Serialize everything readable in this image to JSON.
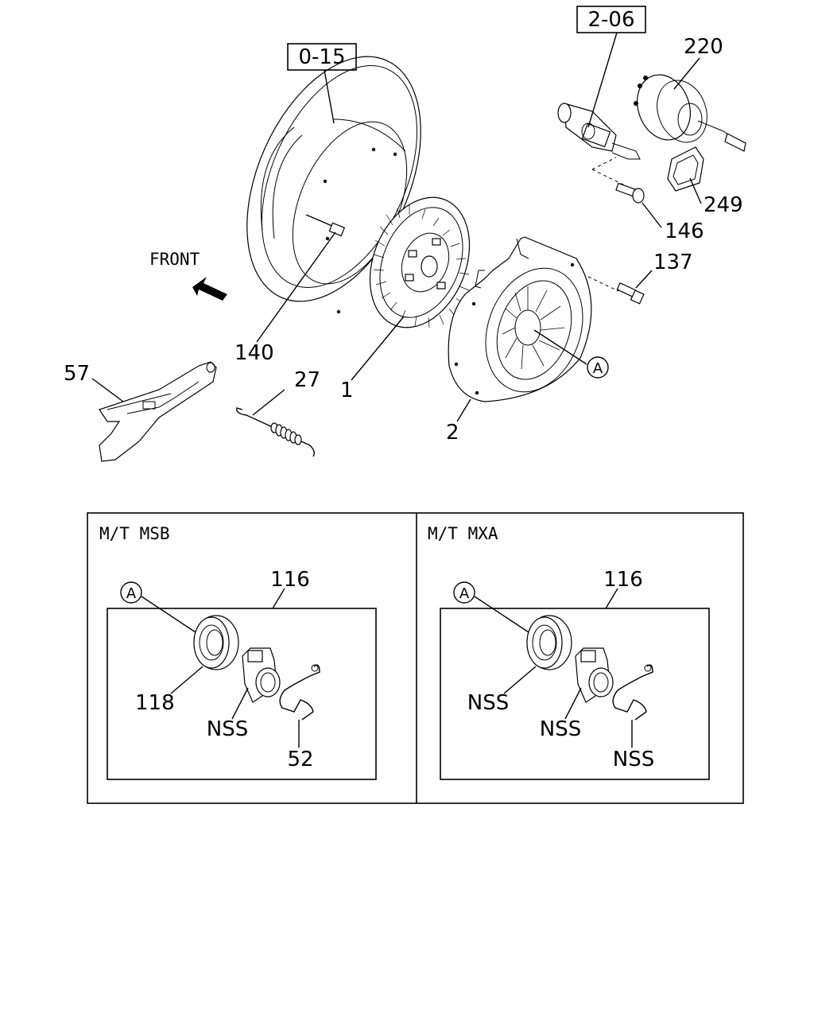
{
  "front_label": "FRONT",
  "references": {
    "flywheel": "0-15",
    "master_cylinder": "2-06"
  },
  "part_numbers": {
    "clutch_disc": "1",
    "pressure_plate": "2",
    "spring": "27",
    "release_fork": "57",
    "bolt_137": "137",
    "dowel_pin": "140",
    "bolt_146": "146",
    "booster": "220",
    "gasket": "249"
  },
  "callout_marker": "A",
  "variants": [
    {
      "title": "M/T MSB",
      "assembly_number": "116",
      "marker": "A",
      "bearing_label": "118",
      "slave_label": "NSS",
      "clip_label": "52"
    },
    {
      "title": "M/T MXA",
      "assembly_number": "116",
      "marker": "A",
      "bearing_label": "NSS",
      "slave_label": "NSS",
      "clip_label": "NSS"
    }
  ]
}
